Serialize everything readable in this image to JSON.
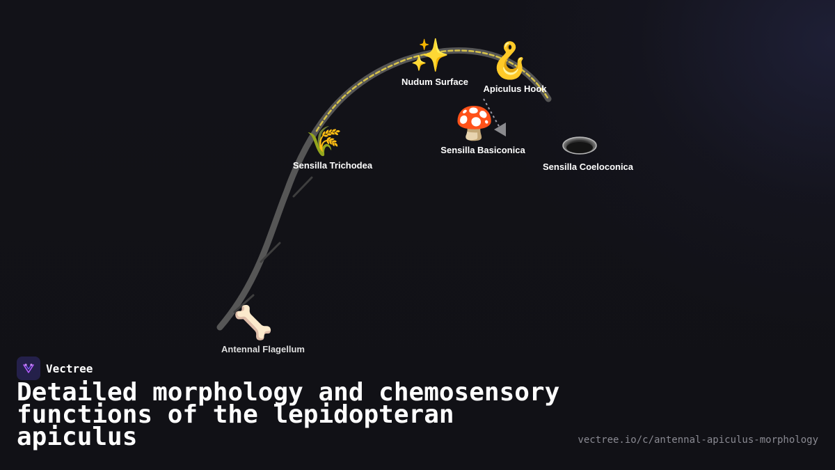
{
  "colors": {
    "background": "#111116",
    "branch": "#565656",
    "highlight_dash": "#d7c34a",
    "text": "#ffffff",
    "muted_text": "#8a8a92",
    "logo_bg": "#24204a",
    "logo_accent": "#b45cff"
  },
  "diagram": {
    "nodes": [
      {
        "id": "flagellum",
        "label": "Antennal Flagellum",
        "icon": "bone-icon",
        "glyph": "🦴"
      },
      {
        "id": "trichodea",
        "label": "Sensilla Trichodea",
        "icon": "wheat-icon",
        "glyph": "🌾"
      },
      {
        "id": "nudum",
        "label": "Nudum Surface",
        "icon": "sparkles-icon",
        "glyph": "✨"
      },
      {
        "id": "hook",
        "label": "Apiculus Hook",
        "icon": "hook-icon",
        "glyph": "🪝"
      },
      {
        "id": "basiconica",
        "label": "Sensilla Basiconica",
        "icon": "mushroom-icon",
        "glyph": "🍄"
      },
      {
        "id": "coeloconica",
        "label": "Sensilla Coeloconica",
        "icon": "pit-icon",
        "glyph": ""
      }
    ]
  },
  "brand": {
    "name": "Vectree",
    "logo_icon": "vectree-logo-icon"
  },
  "title": "Detailed morphology and chemosensory functions of the lepidopteran apiculus",
  "source_url": "vectree.io/c/antennal-apiculus-morphology"
}
